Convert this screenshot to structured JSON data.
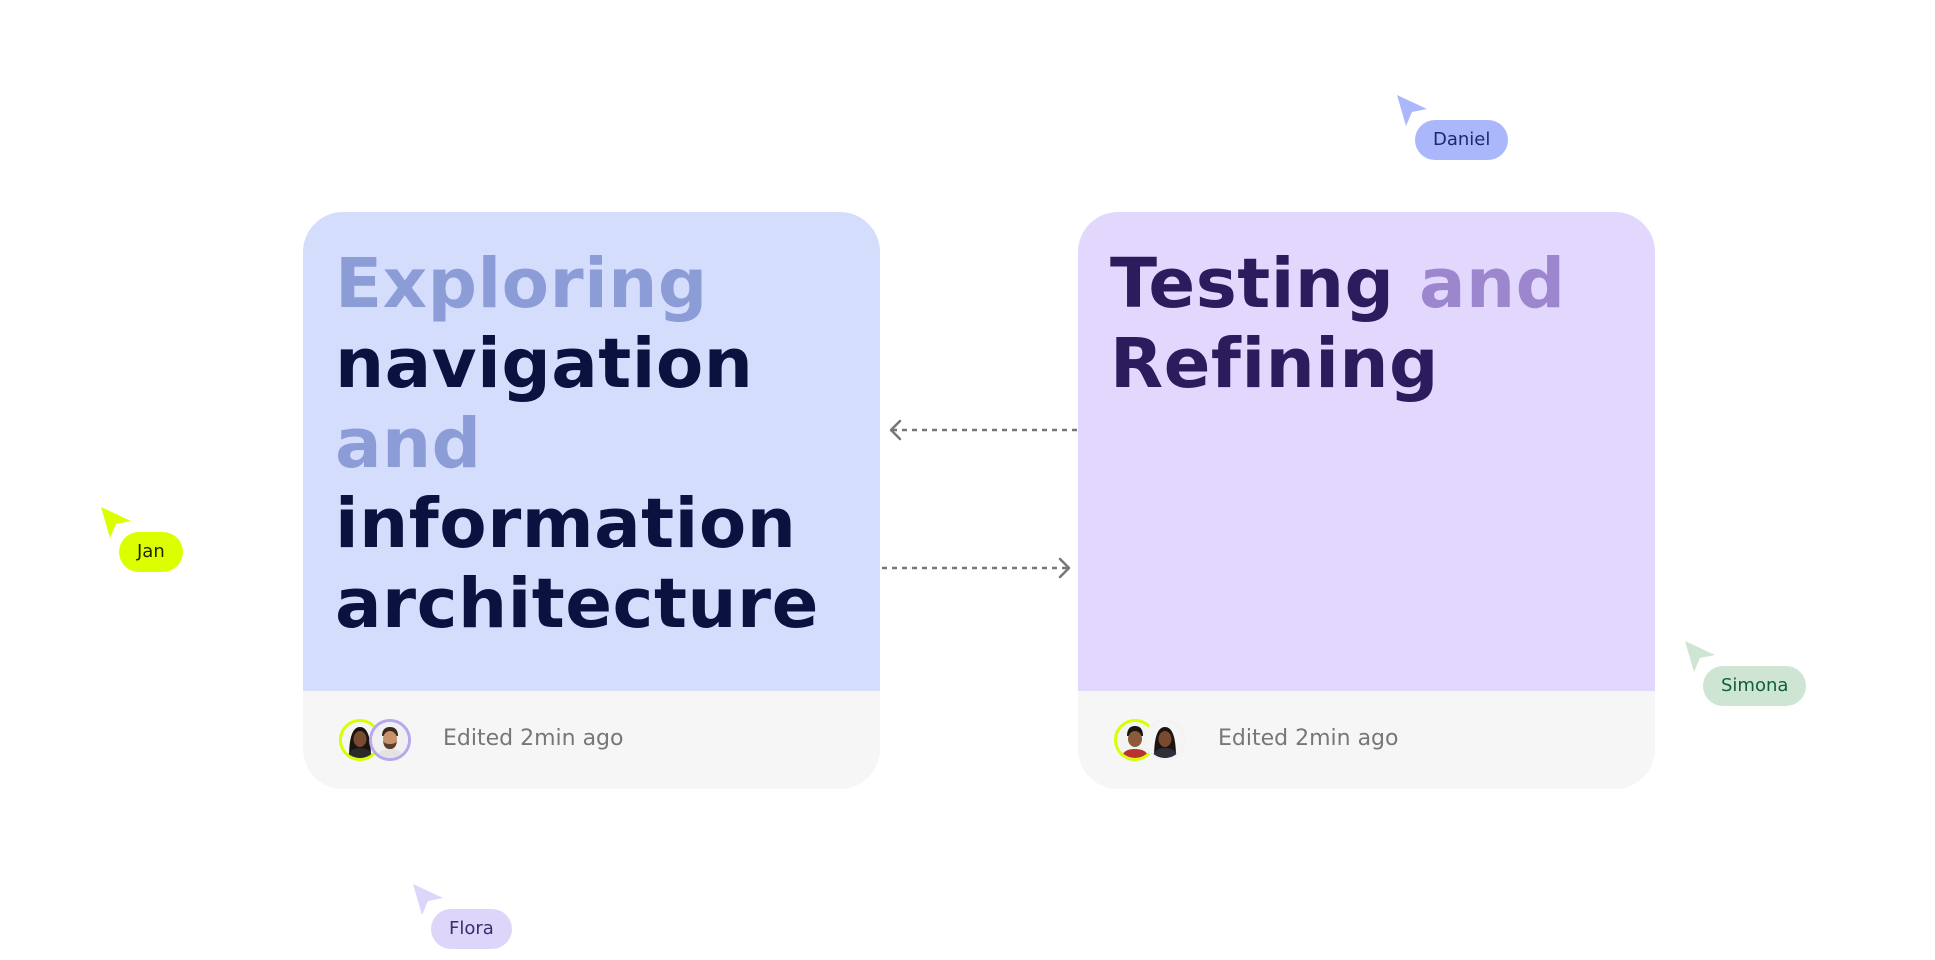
{
  "cards": [
    {
      "title_parts": [
        "Exploring",
        "navigation",
        "and",
        "information",
        "architecture"
      ],
      "background": "#d5ddfd",
      "muted_color": "#8c9cd7",
      "strong_color": "#0b1240",
      "edited_text": "Edited 2min ago",
      "avatars": [
        "woman-avatar",
        "man-avatar"
      ]
    },
    {
      "title_parts": [
        "Testing",
        "and",
        "Refining"
      ],
      "background": "#e2d7fd",
      "muted_color": "#9c87cf",
      "strong_color": "#2b1c5e",
      "edited_text": "Edited 2min ago",
      "avatars": [
        "man-avatar",
        "woman-avatar"
      ]
    }
  ],
  "cursors": [
    {
      "name": "Daniel",
      "color": "#aab7fb",
      "text_color": "#1c2a6b",
      "icon": "cursor-arrow-icon"
    },
    {
      "name": "Jan",
      "color": "#dcff00",
      "text_color": "#1d2500",
      "icon": "cursor-arrow-icon"
    },
    {
      "name": "Simona",
      "color": "#cfe5d3",
      "text_color": "#0e5e3a",
      "icon": "cursor-arrow-icon"
    },
    {
      "name": "Flora",
      "color": "#ded5fb",
      "text_color": "#3a2c6e",
      "icon": "cursor-arrow-icon"
    }
  ],
  "connectors": {
    "color": "#777777",
    "style": "dashed",
    "icons": [
      "arrow-left-icon",
      "arrow-right-icon"
    ]
  }
}
